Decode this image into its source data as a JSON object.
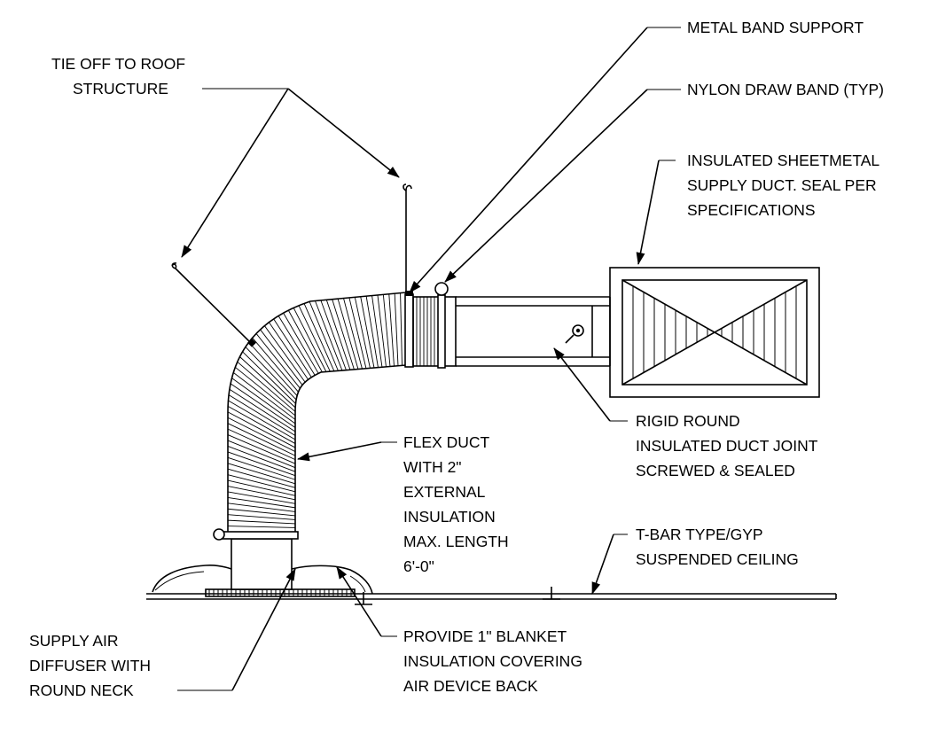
{
  "labels": {
    "tie_off": [
      "TIE OFF TO ROOF",
      "STRUCTURE"
    ],
    "metal_band": [
      "METAL BAND SUPPORT"
    ],
    "nylon_band": [
      "NYLON DRAW BAND (TYP)"
    ],
    "sheetmetal": [
      "INSULATED SHEETMETAL",
      "SUPPLY DUCT. SEAL PER",
      "SPECIFICATIONS"
    ],
    "rigid_round": [
      "RIGID ROUND",
      "INSULATED DUCT JOINT",
      "SCREWED & SEALED"
    ],
    "flex_duct": [
      "FLEX DUCT",
      "WITH 2\"",
      "EXTERNAL",
      "INSULATION",
      "MAX. LENGTH",
      "6'-0\""
    ],
    "tbar": [
      "T-BAR TYPE/GYP",
      "SUSPENDED CEILING"
    ],
    "diffuser": [
      "SUPPLY AIR",
      "DIFFUSER WITH",
      "ROUND NECK"
    ],
    "blanket": [
      "PROVIDE 1\" BLANKET",
      "INSULATION COVERING",
      "AIR DEVICE BACK"
    ]
  }
}
